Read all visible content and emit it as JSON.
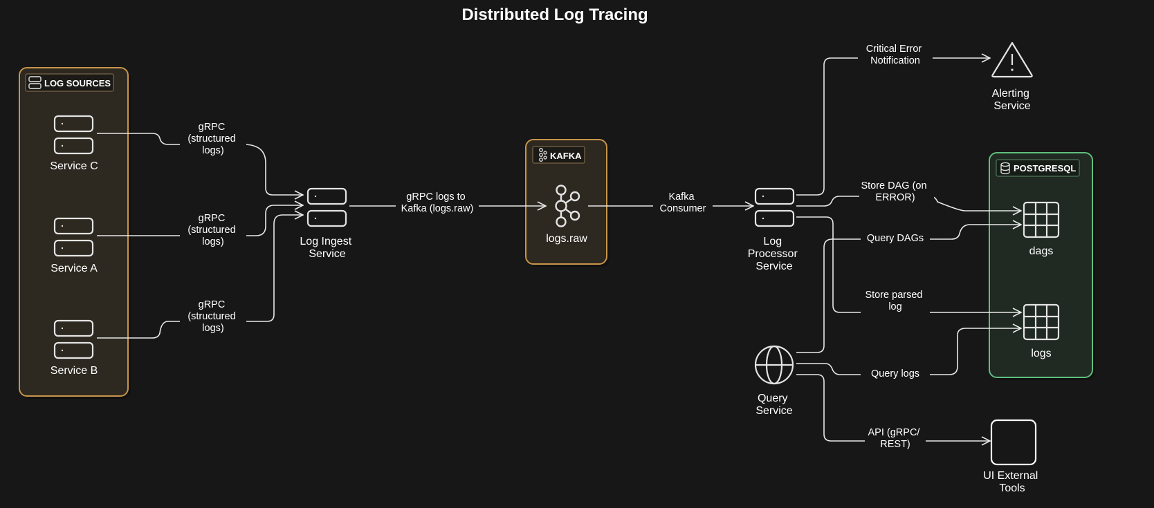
{
  "title": "Distributed Log Tracing",
  "colors": {
    "background": "#171717",
    "log_sources_border": "#c8954a",
    "kafka_border": "#c8954a",
    "postgresql_border": "#5fbf7f",
    "line": "#e8e8e8"
  },
  "groups": {
    "log_sources": {
      "label": "LOG SOURCES",
      "icon": "server-icon"
    },
    "kafka": {
      "label": "KAFKA",
      "icon": "kafka-icon"
    },
    "postgresql": {
      "label": "POSTGRESQL",
      "icon": "database-icon"
    }
  },
  "nodes": {
    "service_c": "Service C",
    "service_a": "Service A",
    "service_b": "Service B",
    "log_ingest": [
      "Log Ingest",
      "Service"
    ],
    "logs_raw": "logs.raw",
    "log_processor": [
      "Log",
      "Processor",
      "Service"
    ],
    "alerting": [
      "Alerting",
      "Service"
    ],
    "query_service": [
      "Query",
      "Service"
    ],
    "dags": "dags",
    "logs": "logs",
    "ui_external": [
      "UI External",
      "Tools"
    ]
  },
  "edges": {
    "grpc_c": [
      "gRPC",
      "(structured",
      "logs)"
    ],
    "grpc_a": [
      "gRPC",
      "(structured",
      "logs)"
    ],
    "grpc_b": [
      "gRPC",
      "(structured",
      "logs)"
    ],
    "ingest_to_kafka": [
      "gRPC logs to",
      "Kafka (logs.raw)"
    ],
    "kafka_consumer": [
      "Kafka",
      "Consumer"
    ],
    "critical_error": [
      "Critical Error",
      "Notification"
    ],
    "store_dag": [
      "Store DAG (on",
      "ERROR)"
    ],
    "query_dags": "Query DAGs",
    "store_parsed": [
      "Store parsed",
      "log"
    ],
    "query_logs": "Query logs",
    "api": [
      "API (gRPC/",
      "REST)"
    ]
  }
}
